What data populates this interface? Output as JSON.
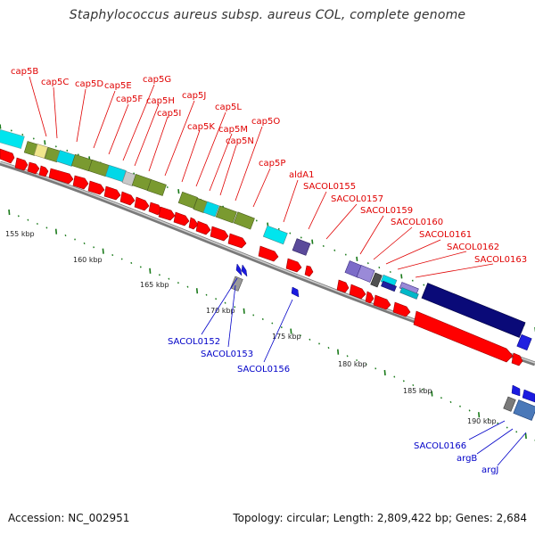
{
  "title": "Staphylococcus aureus subsp. aureus COL, complete genome",
  "footer": {
    "accession": "Accession: NC_002951",
    "topology": "Topology: circular; Length: 2,809,422 bp; Genes: 2,684"
  },
  "colors": {
    "forward_label": "#e00000",
    "reverse_label": "#0000c8",
    "cds_arrow": "#ff0000",
    "backbone": "#888888",
    "tick": "#1a7a1a"
  },
  "kbp_ticks": [
    "155 kbp",
    "160 kbp",
    "165 kbp",
    "170 kbp",
    "175 kbp",
    "180 kbp",
    "185 kbp",
    "190 kbp"
  ],
  "forward_genes": [
    "cap5B",
    "cap5C",
    "cap5D",
    "cap5E",
    "cap5F",
    "cap5G",
    "cap5H",
    "cap5I",
    "cap5J",
    "cap5K",
    "cap5L",
    "cap5M",
    "cap5N",
    "cap5O",
    "cap5P",
    "aldA1",
    "SACOL0155",
    "SACOL0157",
    "SACOL0159",
    "SACOL0160",
    "SACOL0161",
    "SACOL0162",
    "SACOL0163"
  ],
  "reverse_genes": [
    "SACOL0152",
    "SACOL0153",
    "SACOL0156",
    "SACOL0166",
    "argB",
    "argJ"
  ]
}
